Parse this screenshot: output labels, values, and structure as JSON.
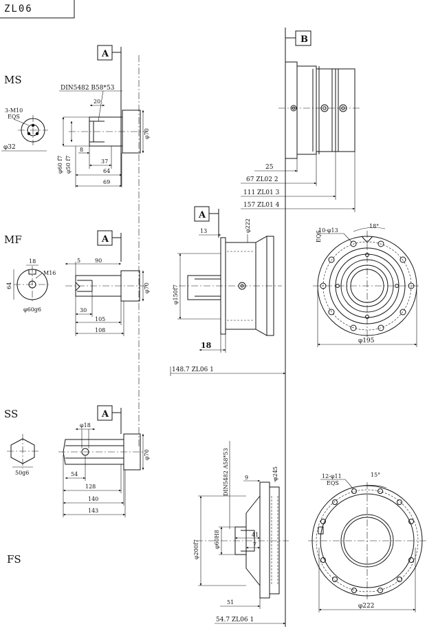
{
  "title": "ZL06",
  "views": {
    "ms": "MS",
    "mf": "MF",
    "ss": "SS",
    "fs": "FS"
  },
  "flags": {
    "a": "A",
    "b": "B"
  },
  "ms_dims": {
    "spline": "DIN5482 B58*53",
    "bolt": "3-M10",
    "eqs": "EQS",
    "d32": "φ32",
    "d60": "φ60 f7",
    "d50": "φ50 f7",
    "d70": "φ70",
    "l20": "20",
    "l8": "8",
    "l37": "37",
    "l64": "64",
    "l69": "69"
  },
  "stack_dims": {
    "l25": "25",
    "zl02": "67 ZL02 2",
    "zl01_3": "111 ZL01 3",
    "zl01_4": "157 ZL01 4"
  },
  "mf_dims": {
    "l18": "18",
    "m16": "M16",
    "l64": "64",
    "d60g6": "φ60g6",
    "l5": "5",
    "l90": "90",
    "l30": "30",
    "l105": "105",
    "l108": "108",
    "d70": "φ70"
  },
  "flange_a": {
    "l13": "13",
    "d222": "φ222",
    "d150": "φ150f7",
    "l18": "18",
    "zl06": "148.7 ZL06 1"
  },
  "front_a": {
    "holes": "10-φ13",
    "eqs": "EQS",
    "angle": "18°",
    "d195": "φ195"
  },
  "ss_dims": {
    "d18": "φ18",
    "hex": "50g6",
    "l54": "54",
    "l128": "128",
    "l140": "140",
    "l143": "143",
    "d70": "φ70"
  },
  "fs_dims": {
    "spline": "DIN5482 A58*53",
    "l9": "9",
    "d245": "φ245",
    "d200": "φ200f7",
    "d60h8": "φ60H8",
    "l41": "41",
    "l7": "7",
    "l51": "51",
    "zl06": "54.7 ZL06 1"
  },
  "front_fs": {
    "holes": "12-φ11",
    "eqs": "EQS",
    "angle": "15°",
    "d222": "φ222"
  }
}
